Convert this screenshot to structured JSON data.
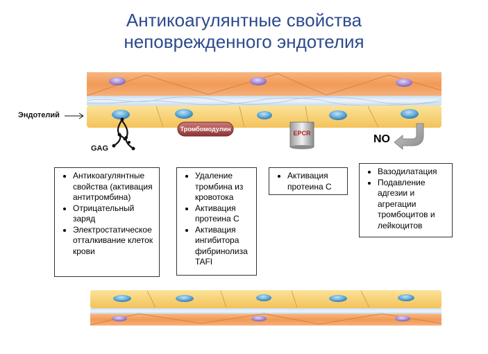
{
  "title": {
    "line1": "Антикоагулянтные свойства",
    "line2": "неповрежденного эндотелия"
  },
  "labels": {
    "endothelium": "Эндотелий",
    "gag": "GAG",
    "thrombomodulin": "Тромбомодулин",
    "epcr": "EPCR",
    "no": "NO"
  },
  "boxes": [
    {
      "items": [
        "Антикоагулянтные свойства (активация антитромбина)",
        "Отрицательный заряд",
        "Электростатическое отталкивание клеток крови"
      ]
    },
    {
      "items": [
        "Удаление тромбина из кровотока",
        "Активация протеина С",
        "Активация ингибитора фибринолиза TAFI"
      ]
    },
    {
      "items": [
        "Активация протеина С"
      ]
    },
    {
      "items": [
        "Вазодилатация",
        "Подавление адгезии и агрегации тромбоцитов и лейкоцитов"
      ]
    }
  ],
  "colors": {
    "title": "#2c4a8c",
    "orange_cell": "#f4a460",
    "yellow_cell": "#f6cf6c",
    "purple_nucleus": "#a48ad6",
    "blue_nucleus": "#5aa7d8",
    "membrane": "#d9e8f4",
    "molecule": "#a84848"
  }
}
